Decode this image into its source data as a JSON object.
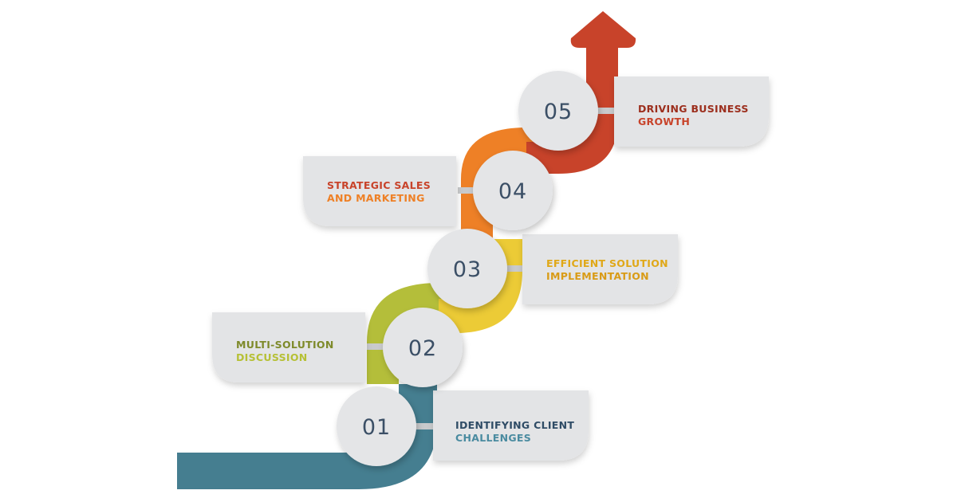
{
  "colors": {
    "background": "#ffffff",
    "card": "#e3e4e6",
    "circle": "#e4e5e7",
    "number": "#3b4f66",
    "step1": "#457e90",
    "step2": "#b4be3a",
    "step3": "#eccb36",
    "step4": "#ee8026",
    "step5": "#c8432a"
  },
  "steps": [
    {
      "number": "01",
      "line1": "IDENTIFYING CLIENT",
      "line2": "CHALLENGES",
      "line1_color": "#2f4c66",
      "line2_color": "#4a8ba0"
    },
    {
      "number": "02",
      "line1": "MULTI-SOLUTION",
      "line2": "DISCUSSION",
      "line1_color": "#7e8a2a",
      "line2_color": "#b6c035"
    },
    {
      "number": "03",
      "line1": "EFFICIENT SOLUTION",
      "line2": "IMPLEMENTATION",
      "line1_color": "#e0a818",
      "line2_color": "#d99b16"
    },
    {
      "number": "04",
      "line1": "STRATEGIC SALES",
      "line2": "AND MARKETING",
      "line1_color": "#c8432a",
      "line2_color": "#ee8026"
    },
    {
      "number": "05",
      "line1": "DRIVING BUSINESS",
      "line2": "GROWTH",
      "line1_color": "#9c2e1d",
      "line2_color": "#c8432a"
    }
  ],
  "arrow_icon": "up-arrow-icon"
}
